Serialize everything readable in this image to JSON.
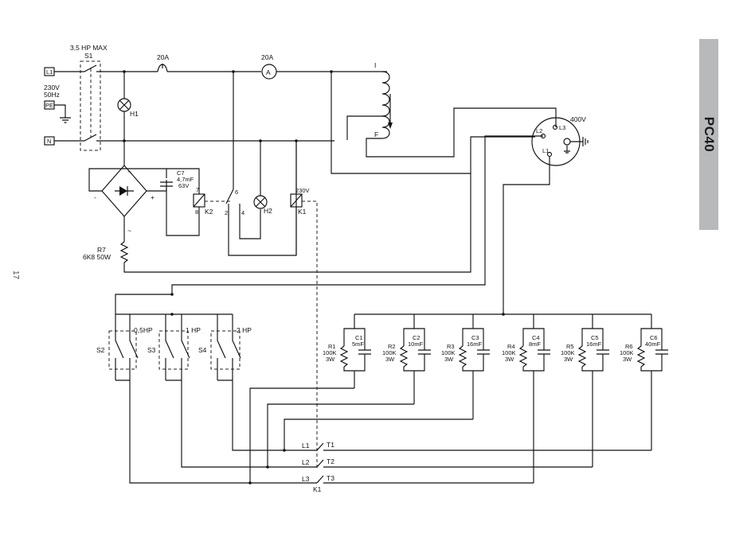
{
  "side_tab": {
    "label": "PC40"
  },
  "page_number": "17",
  "power_input": {
    "line_terminal": "L1",
    "earth_terminal": "PE",
    "neutral_terminal": "N",
    "supply_voltage": "230V",
    "supply_frequency": "50Hz"
  },
  "main_switch": {
    "rating": "3,5 HP MAX",
    "label": "S1"
  },
  "lamp_h1": "H1",
  "breaker": {
    "rating": "20A"
  },
  "ammeter": {
    "rating": "20A",
    "symbol": "A"
  },
  "transformer": {
    "start_label": "I",
    "end_label": "F"
  },
  "output_socket": {
    "voltage": "400V",
    "pin_l1": "L1",
    "pin_l2": "L2",
    "pin_l3": "L3"
  },
  "rectifier": {
    "ac_mark": "~",
    "minus_mark": "-",
    "plus_mark": "+"
  },
  "capacitor_c7": {
    "label": "C7",
    "value": "4,7mF",
    "voltage": "63V"
  },
  "relay_k2": {
    "label": "K2",
    "pin_top": "7",
    "pin_bottom": "8"
  },
  "relay_k1": {
    "label": "K1",
    "voltage": "230V"
  },
  "lamp_h2": "H2",
  "contacts": {
    "pin_6": "6",
    "pin_2": "2",
    "pin_4": "4"
  },
  "resistor_r7": {
    "label": "R7",
    "value": "6K8 50W"
  },
  "selector_switches": [
    {
      "label": "S2",
      "rating": "0,5HP"
    },
    {
      "label": "S3",
      "rating": "1 HP"
    },
    {
      "label": "S4",
      "rating": "2 HP"
    }
  ],
  "capacitor_banks": [
    {
      "resistor": "R1",
      "resistance": "100K",
      "watts": "3W",
      "capacitor": "C1",
      "capacitance": "5mF"
    },
    {
      "resistor": "R2",
      "resistance": "100K",
      "watts": "3W",
      "capacitor": "C2",
      "capacitance": "10mF"
    },
    {
      "resistor": "R3",
      "resistance": "100K",
      "watts": "3W",
      "capacitor": "C3",
      "capacitance": "16mF"
    },
    {
      "resistor": "R4",
      "resistance": "100K",
      "watts": "3W",
      "capacitor": "C4",
      "capacitance": "8mF"
    },
    {
      "resistor": "R5",
      "resistance": "100K",
      "watts": "3W",
      "capacitor": "C5",
      "capacitance": "16mF"
    },
    {
      "resistor": "R6",
      "resistance": "100K",
      "watts": "3W",
      "capacitor": "C6",
      "capacitance": "40mF"
    }
  ],
  "contactor_k1": {
    "label": "K1",
    "poles": [
      {
        "in": "L1",
        "out": "T1"
      },
      {
        "in": "L2",
        "out": "T2"
      },
      {
        "in": "L3",
        "out": "T3"
      }
    ]
  },
  "colors": {
    "ink": "#111111",
    "tab": "#b8b9bb",
    "background": "#ffffff"
  }
}
